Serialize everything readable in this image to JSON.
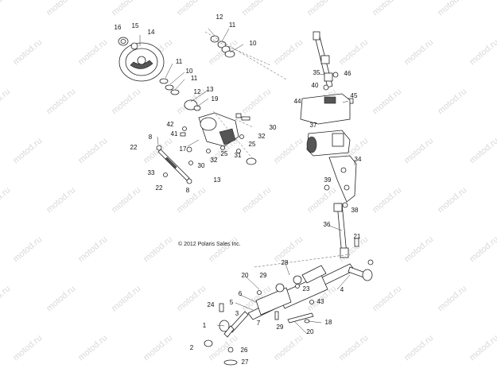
{
  "copyright": "© 2012 Polaris Sales Inc.",
  "watermark": "motod.ru",
  "callouts": [
    "16",
    "15",
    "14",
    "12",
    "11",
    "10",
    "11",
    "10",
    "11",
    "12",
    "13",
    "19",
    "42",
    "41",
    "8",
    "22",
    "17",
    "33",
    "22",
    "8",
    "30",
    "25",
    "32",
    "31",
    "25",
    "32",
    "30",
    "13",
    "35",
    "46",
    "40",
    "45",
    "44",
    "37",
    "34",
    "39",
    "38",
    "36",
    "21",
    "28",
    "20",
    "29",
    "6",
    "5",
    "24",
    "7",
    "3",
    "1",
    "2",
    "26",
    "27",
    "4",
    "23",
    "43",
    "18",
    "29",
    "20"
  ]
}
